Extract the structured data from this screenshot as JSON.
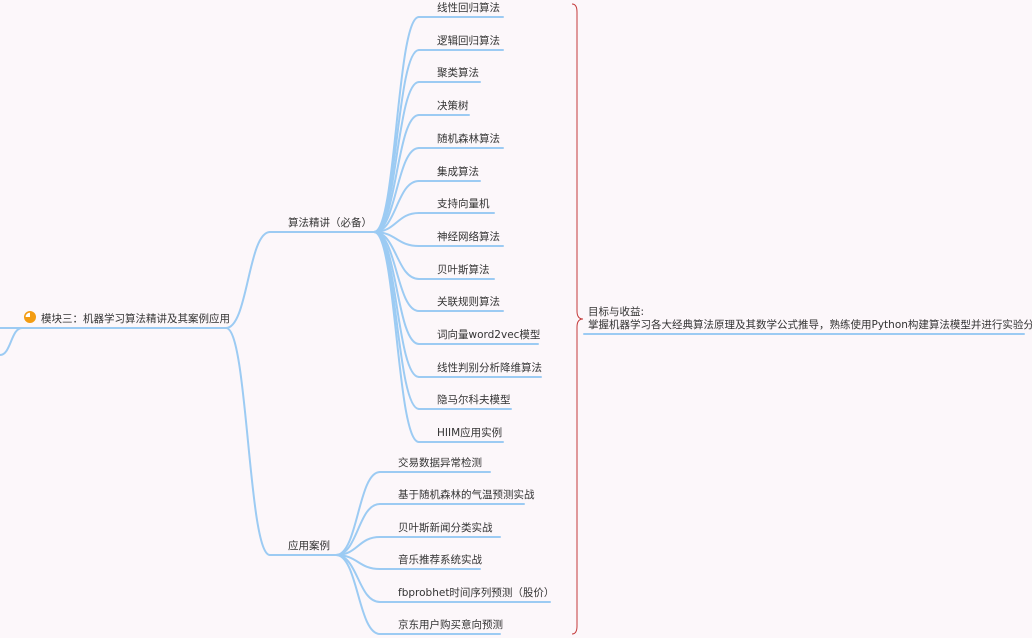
{
  "root": {
    "label": "模块三：机器学习算法精讲及其案例应用",
    "icon": "pie-progress-icon",
    "icon_color": "#f39c12"
  },
  "branches": [
    {
      "label": "算法精讲（必备）",
      "children": [
        "线性回归算法",
        "逻辑回归算法",
        "聚类算法",
        "决策树",
        "随机森林算法",
        "集成算法",
        "支持向量机",
        "神经网络算法",
        "贝叶斯算法",
        "关联规则算法",
        "词向量word2vec模型",
        "线性判别分析降维算法",
        "隐马尔科夫模型",
        "HIIM应用实例"
      ]
    },
    {
      "label": "应用案例",
      "children": [
        "交易数据异常检测",
        "基于随机森林的气温预测实战",
        "贝叶斯新闻分类实战",
        "音乐推荐系统实战",
        "fbprobhet时间序列预测（股价）",
        "京东用户购买意向预测"
      ]
    }
  ],
  "summary": {
    "title": "目标与收益:",
    "text": "掌握机器学习各大经典算法原理及其数学公式推导，熟练使用Python构建算法模型并进行实验分析。"
  },
  "colors": {
    "edge": "#9ccbf3",
    "brace": "#c43a3a",
    "text": "#333333",
    "background": "#fcf7fa"
  }
}
